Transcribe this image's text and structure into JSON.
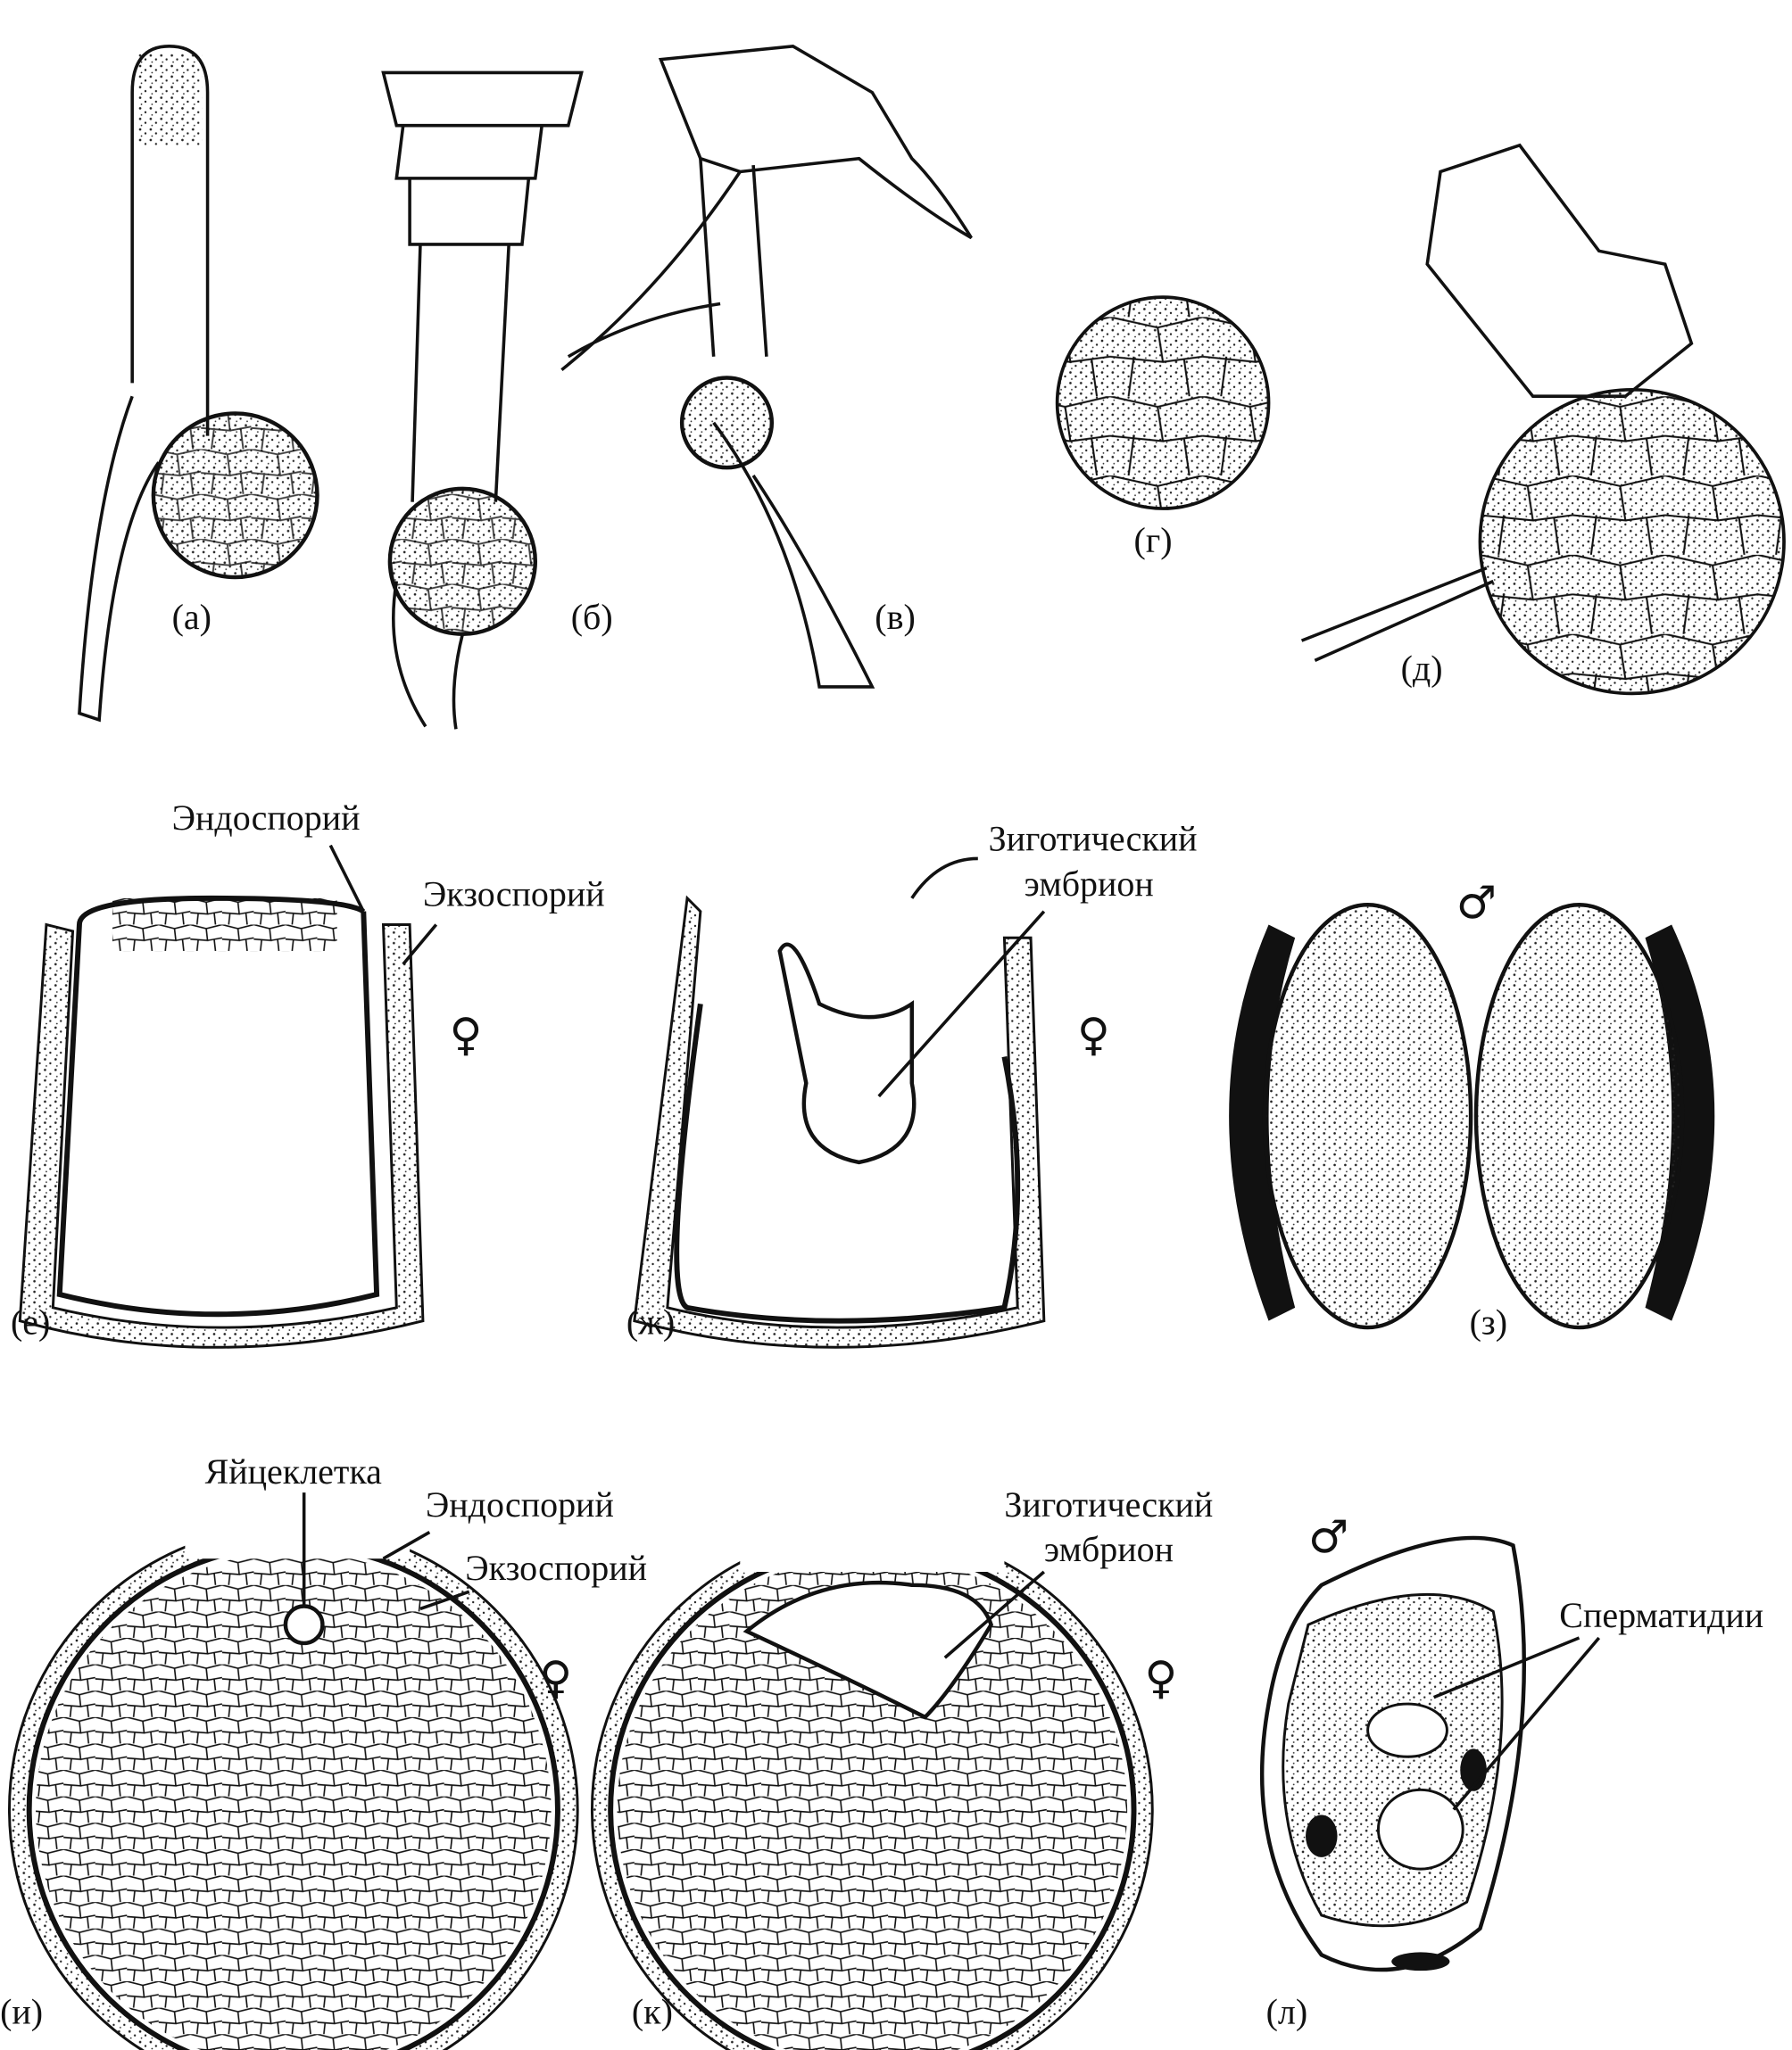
{
  "panels": {
    "a": "(а)",
    "b": "(б)",
    "v": "(в)",
    "g": "(г)",
    "d": "(д)",
    "e": "(е)",
    "zh": "(ж)",
    "z": "(з)",
    "i": "(и)",
    "k": "(к)",
    "l": "(л)"
  },
  "annotations": {
    "e_endosporium": "Эндоспорий",
    "e_exosporium": "Экзоспорий",
    "e_female": "♀",
    "zh_embryo_line1": "Зиготический",
    "zh_embryo_line2": "эмбрион",
    "zh_female": "♀",
    "z_male": "♂",
    "i_egg": "Яйцеклетка",
    "i_endosporium": "Эндоспорий",
    "i_exosporium": "Экзоспорий",
    "i_female": "♀",
    "k_embryo_line1": "Зиготический",
    "k_embryo_line2": "эмбрион",
    "k_female": "♀",
    "l_male": "♂",
    "l_spermatids": "Сперматидии"
  }
}
